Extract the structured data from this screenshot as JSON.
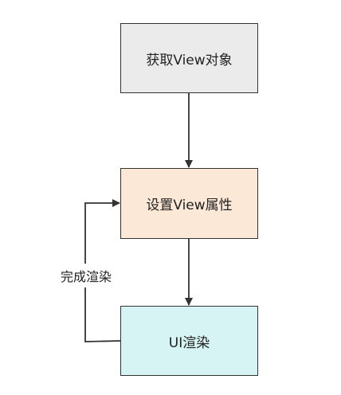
{
  "nodes": [
    {
      "label": "获取View对象",
      "fill": "#ebebeb"
    },
    {
      "label": "设置View属性",
      "fill": "#fce8d7"
    },
    {
      "label": "UI渲染",
      "fill": "#d6f4f3"
    }
  ],
  "edges": [
    {
      "from": "获取View对象",
      "to": "设置View属性"
    },
    {
      "from": "设置View属性",
      "to": "UI渲染"
    },
    {
      "from": "UI渲染",
      "to": "设置View属性",
      "label": "完成渲染"
    }
  ],
  "colors": {
    "stroke": "#333333",
    "background": "#ffffff"
  }
}
